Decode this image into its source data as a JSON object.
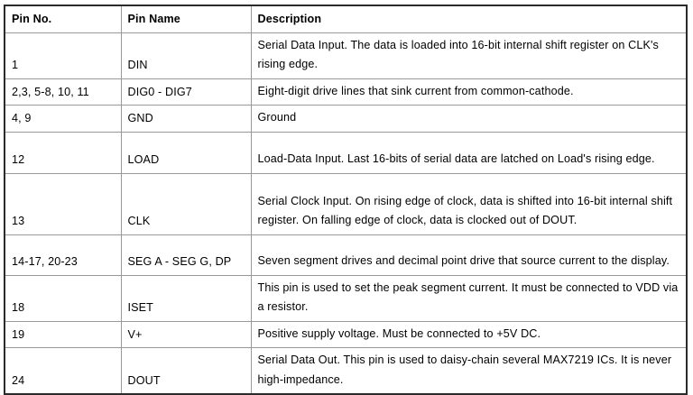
{
  "table": {
    "columns": [
      {
        "key": "pin_no",
        "label": "Pin No."
      },
      {
        "key": "pin_name",
        "label": "Pin Name"
      },
      {
        "key": "desc",
        "label": "Description"
      }
    ],
    "rows": [
      {
        "pin_no": "1",
        "pin_name": "DIN",
        "desc": "Serial Data Input. The data is loaded into 16-bit internal shift register on CLK's rising edge."
      },
      {
        "pin_no": "2,3, 5-8, 10, 11",
        "pin_name": "DIG0 - DIG7",
        "desc": "Eight-digit drive lines that sink current from common-cathode."
      },
      {
        "pin_no": "4, 9",
        "pin_name": "GND",
        "desc": "Ground"
      },
      {
        "pin_no": "12",
        "pin_name": "LOAD",
        "desc": "Load-Data Input. Last 16-bits of serial data are latched on Load's rising edge."
      },
      {
        "pin_no": "13",
        "pin_name": "CLK",
        "desc": "Serial Clock Input. On rising edge of clock, data is shifted into 16-bit internal shift register. On falling edge of clock, data is clocked out of DOUT."
      },
      {
        "pin_no": "14-17, 20-23",
        "pin_name": "SEG A - SEG G, DP",
        "desc": "Seven segment drives and decimal point drive that source current to the display."
      },
      {
        "pin_no": "18",
        "pin_name": "ISET",
        "desc": "This pin is used to set the peak segment current. It must be connected to VDD via a resistor."
      },
      {
        "pin_no": "19",
        "pin_name": "V+",
        "desc": "Positive supply voltage. Must be connected to +5V DC."
      },
      {
        "pin_no": "24",
        "pin_name": "DOUT",
        "desc": "Serial Data Out. This pin is used to daisy-chain several MAX7219 ICs. It is never high-impedance."
      }
    ]
  },
  "colors": {
    "page_background": "#ffffff",
    "text": "#000000",
    "outer_border": "#2b2b2b",
    "inner_border": "#9a9a9a"
  }
}
